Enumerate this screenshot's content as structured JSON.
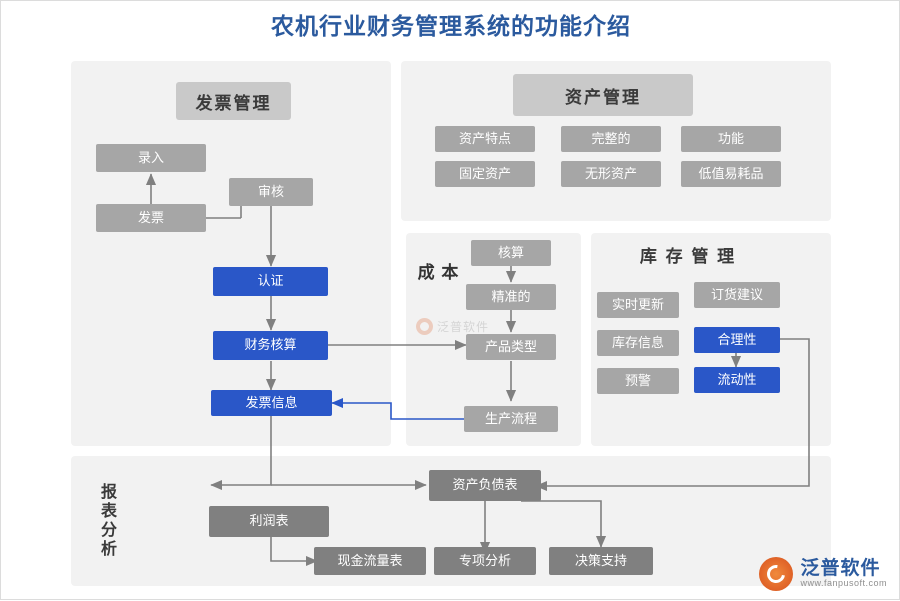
{
  "title": "农机行业财务管理系统的功能介绍",
  "sections": {
    "invoice": {
      "heading": "发票管理"
    },
    "asset": {
      "heading": "资产管理"
    },
    "cost": {
      "heading": "成 本"
    },
    "inventory": {
      "heading": "库 存 管 理"
    },
    "report": {
      "heading": "报表分析"
    }
  },
  "nodes": {
    "invoice": [
      {
        "label": "录入",
        "style": "gray"
      },
      {
        "label": "审核",
        "style": "gray"
      },
      {
        "label": "发票",
        "style": "gray"
      },
      {
        "label": "认证",
        "style": "blue"
      },
      {
        "label": "财务核算",
        "style": "blue"
      },
      {
        "label": "发票信息",
        "style": "blue"
      }
    ],
    "asset": [
      {
        "label": "资产特点",
        "style": "gray"
      },
      {
        "label": "完整的",
        "style": "gray"
      },
      {
        "label": "功能",
        "style": "gray"
      },
      {
        "label": "固定资产",
        "style": "gray"
      },
      {
        "label": "无形资产",
        "style": "gray"
      },
      {
        "label": "低值易耗品",
        "style": "gray"
      }
    ],
    "cost": [
      {
        "label": "核算",
        "style": "gray"
      },
      {
        "label": "精准的",
        "style": "gray"
      },
      {
        "label": "产品类型",
        "style": "gray"
      },
      {
        "label": "生产流程",
        "style": "gray"
      }
    ],
    "inventory": [
      {
        "label": "实时更新",
        "style": "gray"
      },
      {
        "label": "订货建议",
        "style": "gray"
      },
      {
        "label": "库存信息",
        "style": "gray"
      },
      {
        "label": "合理性",
        "style": "blue"
      },
      {
        "label": "预警",
        "style": "gray"
      },
      {
        "label": "流动性",
        "style": "blue"
      }
    ],
    "report": [
      {
        "label": "资产负债表",
        "style": "darkgray"
      },
      {
        "label": "利润表",
        "style": "darkgray"
      },
      {
        "label": "现金流量表",
        "style": "darkgray"
      },
      {
        "label": "专项分析",
        "style": "darkgray"
      },
      {
        "label": "决策支持",
        "style": "darkgray"
      }
    ]
  },
  "watermark": {
    "center_text": "泛普软件",
    "logo_name": "泛普软件",
    "logo_url": "www.fanpusoft.com"
  },
  "colors": {
    "title": "#2b5a9e",
    "accent_blue": "#2a57c8",
    "gray_node": "#a6a6a6",
    "dark_node": "#808080",
    "panel": "#f2f2f2",
    "arrow_gray": "#808080",
    "arrow_blue": "#2a57c8"
  }
}
